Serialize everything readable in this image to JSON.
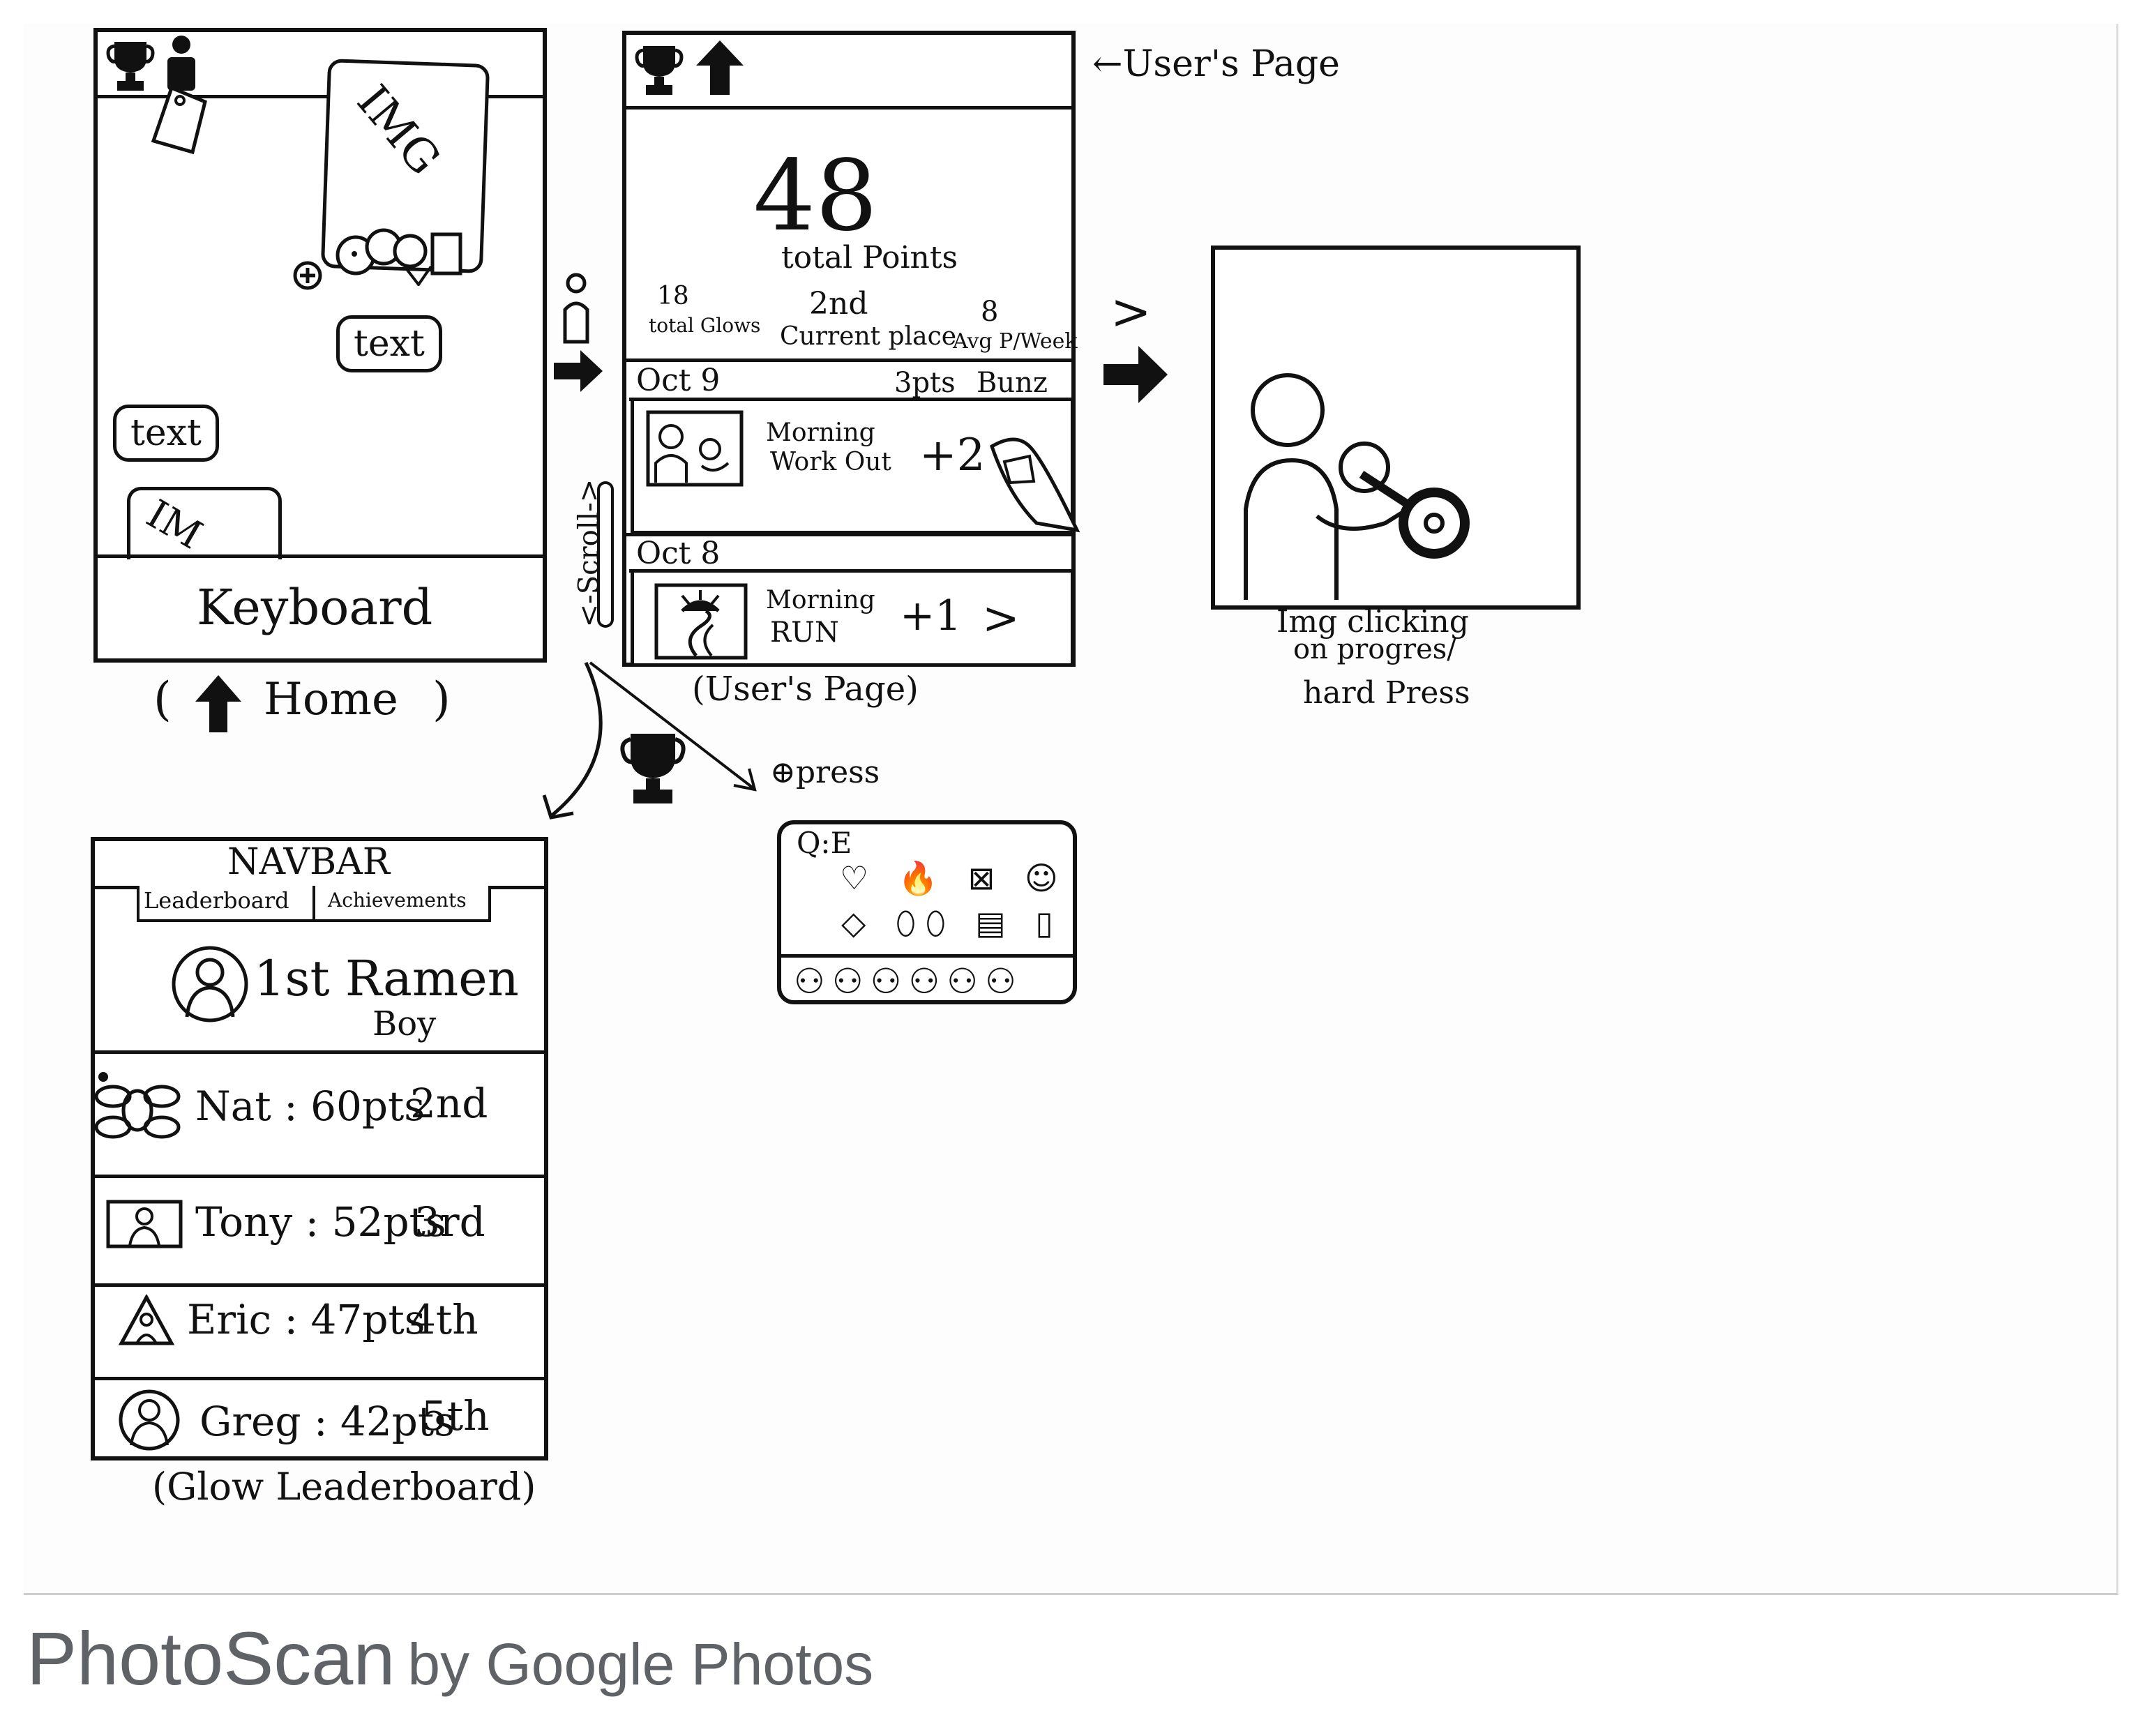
{
  "home": {
    "img_label": "IMG",
    "text_bubble_1": "text",
    "text_bubble_2": "text",
    "img_label_partial": "IM",
    "keyboard_label": "Keyboard",
    "caption": "( Home )"
  },
  "users_page": {
    "header_note": "←User's Page",
    "total_points": "48",
    "total_points_label": "total Points",
    "stats": [
      {
        "value": "18",
        "label": "total Glows"
      },
      {
        "value": "2nd",
        "label": "Current place"
      },
      {
        "value": "8",
        "label": "Avg P/Week"
      }
    ],
    "entries": [
      {
        "date": "Oct 9",
        "pts": "3pts",
        "user": "Bunz",
        "title_1": "Morning",
        "title_2": "Work Out",
        "delta": "+2"
      },
      {
        "date": "Oct 8",
        "title_1": "Morning",
        "title_2": "RUN",
        "delta": "+1"
      }
    ],
    "scroll_label": "<-Scroll->",
    "caption": "(User's Page)"
  },
  "image_view": {
    "caption_1": "Img clicking",
    "caption_2": "on progres/",
    "caption_3": "hard Press"
  },
  "press_popup": {
    "label": "⊕press",
    "search": "Q:E",
    "row1": "♡ 🔥 ⊠ ☺",
    "row2": "◇ ⬯⬯ ▤ ▯",
    "avatars": "⚇⚇⚇⚇⚇⚇"
  },
  "leaderboard": {
    "navbar": "NAVBAR",
    "tabs": [
      "Leaderboard",
      "Achievements"
    ],
    "first": "1st Ramen",
    "first_2": "Boy",
    "rows": [
      {
        "name": "Nat",
        "pts": "60pts",
        "place": "2nd"
      },
      {
        "name": "Tony",
        "pts": "52pts",
        "place": "3rd"
      },
      {
        "name": "Eric",
        "pts": "47pts",
        "place": "4th"
      },
      {
        "name": "Greg",
        "pts": "42pts",
        "place": "5th"
      }
    ],
    "caption": "(Glow Leaderboard)"
  },
  "footer": {
    "brand": "PhotoScan",
    "by": "by Google Photos"
  }
}
